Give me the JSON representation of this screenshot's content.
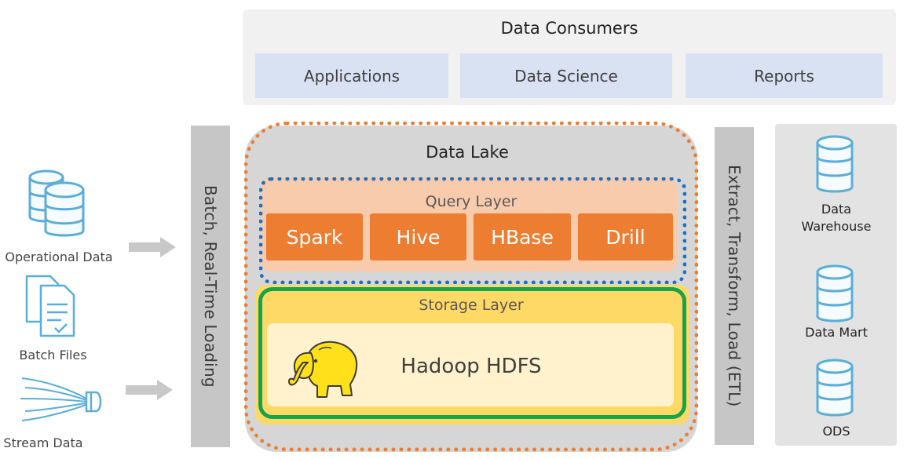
{
  "consumers": {
    "title": "Data Consumers",
    "items": [
      "Applications",
      "Data Science",
      "Reports"
    ]
  },
  "ingest_bar_label": "Batch, Real-Time Loading",
  "etl_bar_label": "Extract, Transform, Load (ETL)",
  "data_lake": {
    "title": "Data Lake",
    "query_layer": {
      "title": "Query Layer",
      "engines": [
        "Spark",
        "Hive",
        "HBase",
        "Drill"
      ]
    },
    "storage_layer": {
      "title": "Storage Layer",
      "hdfs_label": "Hadoop HDFS",
      "logo_icon": "hadoop-elephant-logo"
    }
  },
  "sources": [
    {
      "label": "Operational Data",
      "icon": "database-stack-icon"
    },
    {
      "label": "Batch Files",
      "icon": "document-files-icon"
    },
    {
      "label": "Stream Data",
      "icon": "stream-icon"
    }
  ],
  "targets": [
    {
      "label_line1": "Data",
      "label_line2": "Warehouse",
      "icon": "database-icon"
    },
    {
      "label_line1": "Data Mart",
      "label_line2": "",
      "icon": "database-icon"
    },
    {
      "label_line1": "ODS",
      "label_line2": "",
      "icon": "database-icon"
    }
  ],
  "colors": {
    "accent_orange": "#ed7d31",
    "query_dash_blue": "#1f6fbf",
    "storage_green": "#16a34a",
    "storage_yellow": "#ffd966",
    "icon_blue": "#5aaed8",
    "consumer_box": "#d9e2f3"
  }
}
